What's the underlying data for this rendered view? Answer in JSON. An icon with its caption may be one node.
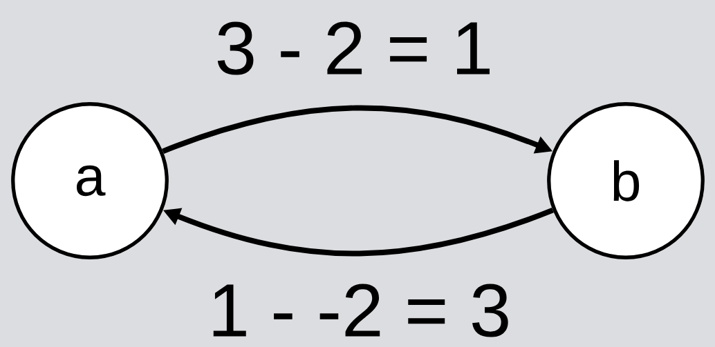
{
  "diagram": {
    "nodes": [
      {
        "text": [
          "a"
        ]
      },
      {
        "text": [
          "b"
        ]
      }
    ],
    "edges": [
      {
        "from": 0,
        "to": 1,
        "arrow": "to",
        "label": "3 - 2 = 1"
      },
      {
        "from": 1,
        "to": 0,
        "arrow": "to",
        "label": "1 - -2 = 3"
      }
    ]
  }
}
